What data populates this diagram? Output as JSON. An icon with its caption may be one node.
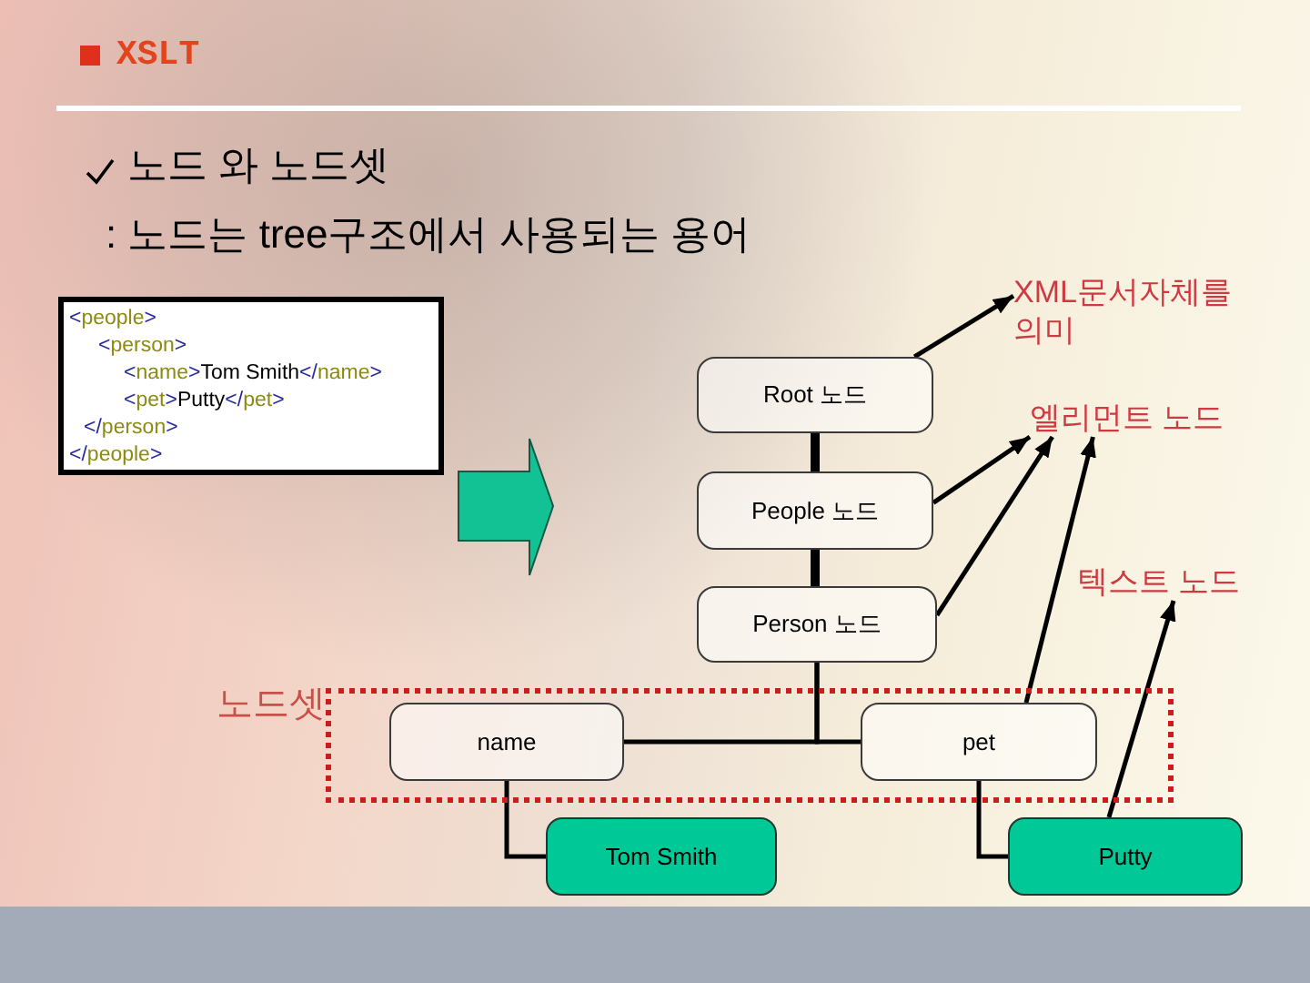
{
  "diagram": {
    "title": "XSLT",
    "nodes": [
      {
        "text": [
          "<people>",
          "<person>",
          "<name>Tom Smith</name>",
          "<pet>Putty</pet>",
          "</person>",
          "</people>"
        ]
      },
      {
        "text": [
          "XML문서자체를 의미"
        ]
      },
      {
        "text": [
          "Root 노드"
        ]
      },
      {
        "text": [
          "엘리먼트 노드"
        ]
      },
      {
        "text": [
          "People 노드"
        ]
      },
      {
        "text": [
          "텍스트 노드"
        ]
      },
      {
        "text": [
          "Person 노드"
        ]
      },
      {
        "text": [
          "노드셋"
        ]
      },
      {
        "text": [
          "name"
        ],
        "in": 7
      },
      {
        "text": [
          "pet"
        ],
        "in": 7
      },
      {
        "text": [
          "Tom Smith"
        ]
      },
      {
        "text": [
          "Putty"
        ]
      }
    ],
    "edges": [
      {
        "from": 2,
        "to": 1,
        "arrow": "to"
      },
      {
        "from": 2,
        "to": 4,
        "arrow": "none",
        "style": "thick"
      },
      {
        "from": 4,
        "to": 3,
        "arrow": "to"
      },
      {
        "from": 4,
        "to": 6,
        "arrow": "none",
        "style": "thick"
      },
      {
        "from": 6,
        "to": 3,
        "arrow": "to"
      },
      {
        "from": 6,
        "to": 8,
        "arrow": "none"
      },
      {
        "from": 6,
        "to": 9,
        "arrow": "none"
      },
      {
        "from": 9,
        "to": 3,
        "arrow": "to"
      },
      {
        "from": 8,
        "to": 10,
        "arrow": "none"
      },
      {
        "from": 9,
        "to": 11,
        "arrow": "none"
      },
      {
        "from": 11,
        "to": 5,
        "arrow": "to"
      }
    ],
    "labels": [
      "노드 와 노드셋",
      ": 노드는 tree구조에서 사용되는 용어"
    ]
  }
}
